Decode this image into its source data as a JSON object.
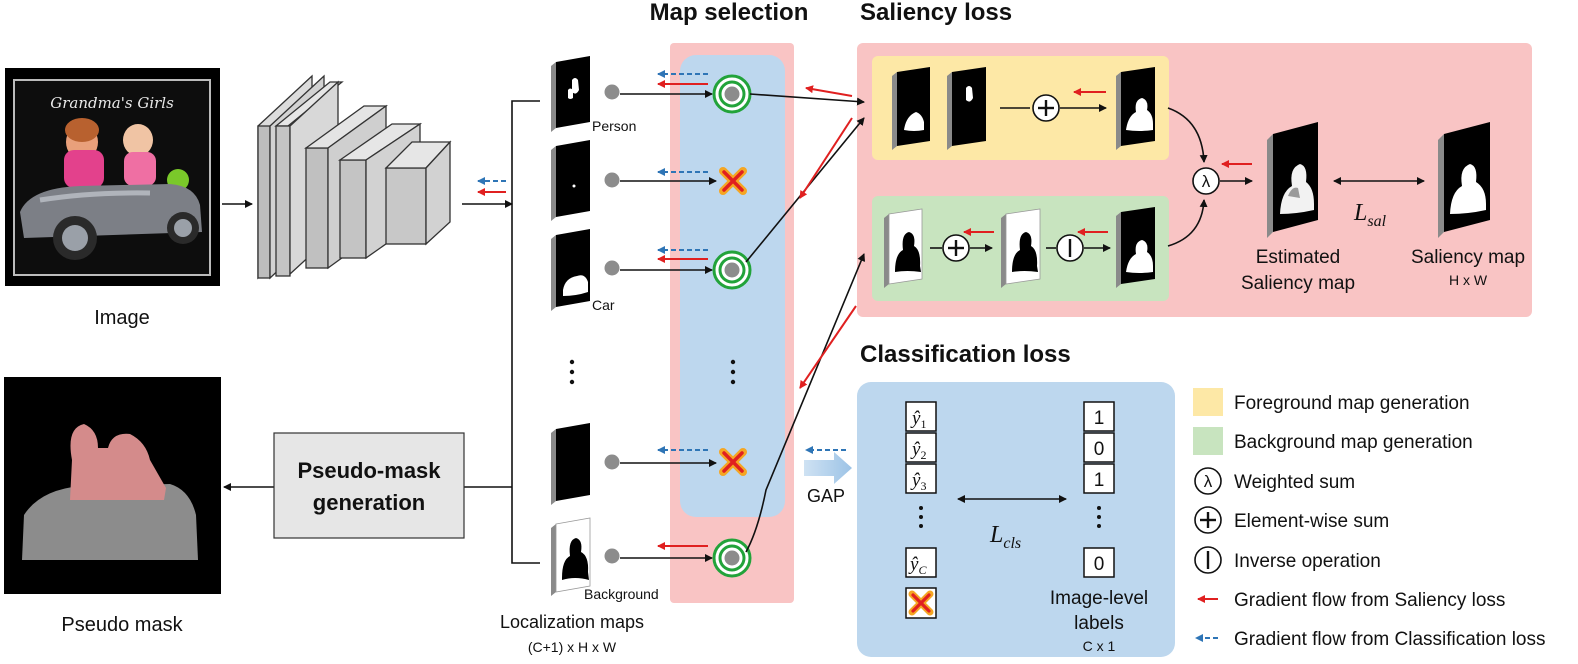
{
  "titles": {
    "map_selection": "Map selection",
    "saliency_loss": "Saliency loss",
    "classification_loss": "Classification loss"
  },
  "image_panel": {
    "photo_caption": "Grandma's Girls",
    "label": "Image"
  },
  "pseudo_mask": {
    "label": "Pseudo mask"
  },
  "pseudo_mask_box": {
    "line1": "Pseudo-mask",
    "line2": "generation"
  },
  "localization": {
    "label": "Localization maps",
    "dims": "(C+1) x H x W",
    "map_labels": [
      "Person",
      "Car",
      "Background"
    ]
  },
  "gap_label": "GAP",
  "saliency": {
    "estimated_line1": "Estimated",
    "estimated_line2": "Saliency map",
    "saliency_map": "Saliency map",
    "saliency_dims": "H x W",
    "loss_main": "L",
    "loss_sub": "sal",
    "lambda": "λ"
  },
  "classification": {
    "preds": [
      "ŷ",
      "ŷ",
      "ŷ",
      "ŷ"
    ],
    "pred_subs": [
      "1",
      "2",
      "3",
      "C"
    ],
    "labels": [
      "1",
      "0",
      "1",
      "0"
    ],
    "loss_main": "L",
    "loss_sub": "cls",
    "labels_line1": "Image-level",
    "labels_line2": "labels",
    "labels_dims": "C x 1"
  },
  "legend": [
    {
      "icon": "yellow-swatch",
      "text": "Foreground map generation"
    },
    {
      "icon": "green-swatch",
      "text": "Background map generation"
    },
    {
      "icon": "lambda-circle",
      "text": "Weighted sum"
    },
    {
      "icon": "plus-circle",
      "text": "Element-wise sum"
    },
    {
      "icon": "bar-circle",
      "text": "Inverse operation"
    },
    {
      "icon": "red-arrow",
      "text": "Gradient flow from Saliency loss"
    },
    {
      "icon": "blue-dashed-arrow",
      "text": "Gradient flow from Classification loss"
    }
  ],
  "colors": {
    "pink": "#f9c4c4",
    "blue": "#bdd7ee",
    "yellow": "#fde8a6",
    "green": "#c8e4bf",
    "red_arrow": "#e02020",
    "blue_arrow": "#2e75b6",
    "ring_green": "#22a33a"
  }
}
